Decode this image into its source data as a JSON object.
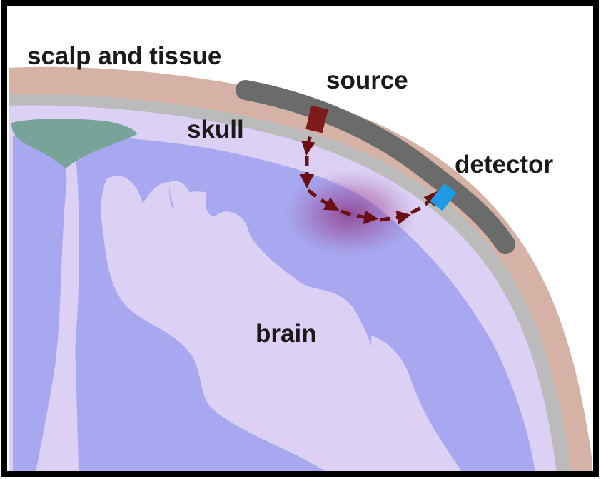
{
  "labels": {
    "scalp": "scalp and tissue",
    "source": "source",
    "skull": "skull",
    "detector": "detector",
    "brain": "brain"
  },
  "colors": {
    "frame": "#000000",
    "scalp": "#d5b2a5",
    "skull": "#bbbbbb",
    "csf": "#dcd0f4",
    "gray_matter": "#a7a8f0",
    "ventricle": "#77a399",
    "probe": "#6b6b6b",
    "source": "#7d1b1b",
    "detector": "#1f9be5",
    "light_path": "#6b0f14",
    "glow": "#9a3c8c"
  }
}
